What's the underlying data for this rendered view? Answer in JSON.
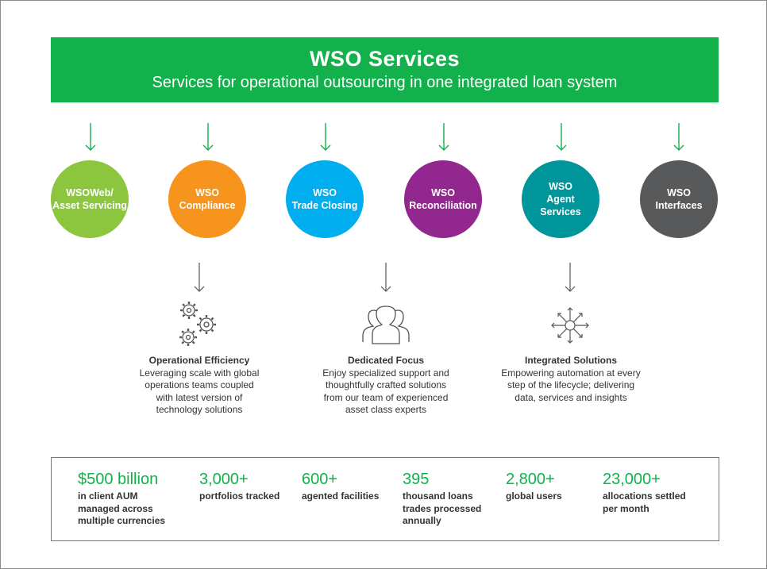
{
  "banner": {
    "title": "WSO  Services",
    "subtitle": "Services for operational outsourcing in one integrated loan system",
    "color": "#12b14c"
  },
  "services": [
    {
      "label": "WSOWeb/\nAsset Servicing",
      "color": "#8cc63f"
    },
    {
      "label": "WSO\nCompliance",
      "color": "#f7941d"
    },
    {
      "label": "WSO\nTrade Closing",
      "color": "#00aeef"
    },
    {
      "label": "WSO\nReconciliation",
      "color": "#92278f"
    },
    {
      "label": "WSO\nAgent\nServices",
      "color": "#00959a"
    },
    {
      "label": "WSO\nInterfaces",
      "color": "#58595b"
    }
  ],
  "features": [
    {
      "icon": "gears-icon",
      "title": "Operational Efficiency",
      "description": "Leveraging scale with global\noperations teams coupled\nwith latest version of\ntechnology solutions"
    },
    {
      "icon": "people-group-icon",
      "title": "Dedicated Focus",
      "description": "Enjoy specialized support and\nthoughtfully crafted solutions\nfrom our team of experienced\nasset class experts"
    },
    {
      "icon": "network-hub-icon",
      "title": "Integrated Solutions",
      "description": "Empowering automation at every\nstep of the lifecycle; delivering\ndata, services and insights"
    }
  ],
  "stats": [
    {
      "value": "$500 billion",
      "label": "in client AUM\nmanaged across\nmultiple currencies"
    },
    {
      "value": "3,000+",
      "label": "portfolios tracked"
    },
    {
      "value": "600+",
      "label": "agented facilities"
    },
    {
      "value": "395",
      "label": "thousand loans\ntrades processed\nannually"
    },
    {
      "value": "2,800+",
      "label": "global users"
    },
    {
      "value": "23,000+",
      "label": "allocations settled\nper month"
    }
  ]
}
